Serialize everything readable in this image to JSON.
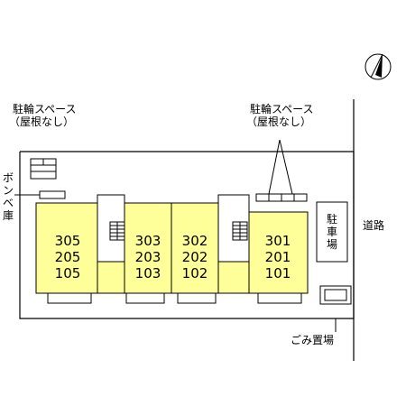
{
  "labels": {
    "bike_left_1": "駐輪スペース",
    "bike_left_2": "（屋根なし）",
    "bike_right_1": "駐輪スペース",
    "bike_right_2": "（屋根なし）",
    "gas_store": "ボンベ庫",
    "parking": "駐車場",
    "road": "道路",
    "garbage": "ごみ置場"
  },
  "units": [
    {
      "floors": [
        "305",
        "205",
        "105"
      ]
    },
    {
      "floors": [
        "303",
        "203",
        "103"
      ]
    },
    {
      "floors": [
        "302",
        "202",
        "102"
      ]
    },
    {
      "floors": [
        "301",
        "201",
        "101"
      ]
    }
  ],
  "colors": {
    "unit_fill": "#FFFF99",
    "line": "#000000"
  }
}
